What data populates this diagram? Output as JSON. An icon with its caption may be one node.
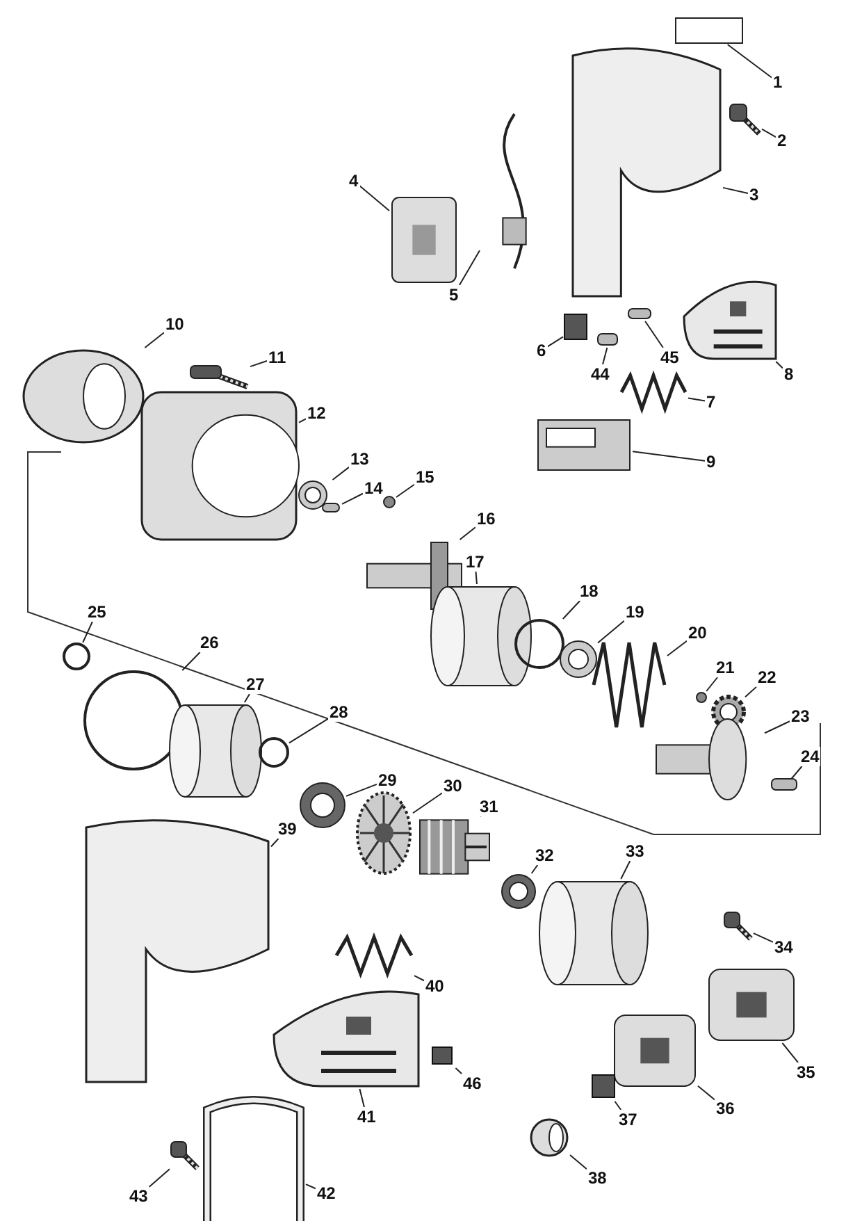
{
  "diagram": {
    "nodes": [
      {
        "text": [
          "1"
        ]
      },
      {
        "text": [
          "2"
        ]
      },
      {
        "text": [
          "3"
        ]
      },
      {
        "text": [
          "4"
        ]
      },
      {
        "text": [
          "5"
        ]
      },
      {
        "text": [
          "6"
        ]
      },
      {
        "text": [
          "7"
        ]
      },
      {
        "text": [
          "8"
        ]
      },
      {
        "text": [
          "9"
        ]
      },
      {
        "text": [
          "10"
        ]
      },
      {
        "text": [
          "11"
        ]
      },
      {
        "text": [
          "12"
        ]
      },
      {
        "text": [
          "13"
        ]
      },
      {
        "text": [
          "14"
        ]
      },
      {
        "text": [
          "15"
        ]
      },
      {
        "text": [
          "16"
        ]
      },
      {
        "text": [
          "17"
        ]
      },
      {
        "text": [
          "18"
        ]
      },
      {
        "text": [
          "19"
        ]
      },
      {
        "text": [
          "20"
        ]
      },
      {
        "text": [
          "21"
        ]
      },
      {
        "text": [
          "22"
        ]
      },
      {
        "text": [
          "23"
        ]
      },
      {
        "text": [
          "24"
        ]
      },
      {
        "text": [
          "25"
        ]
      },
      {
        "text": [
          "26"
        ]
      },
      {
        "text": [
          "27"
        ]
      },
      {
        "text": [
          "28"
        ]
      },
      {
        "text": [
          "29"
        ]
      },
      {
        "text": [
          "30"
        ]
      },
      {
        "text": [
          "31"
        ]
      },
      {
        "text": [
          "32"
        ]
      },
      {
        "text": [
          "33"
        ]
      },
      {
        "text": [
          "34"
        ]
      },
      {
        "text": [
          "35"
        ]
      },
      {
        "text": [
          "36"
        ]
      },
      {
        "text": [
          "37"
        ]
      },
      {
        "text": [
          "38"
        ]
      },
      {
        "text": [
          "39"
        ]
      },
      {
        "text": [
          "40"
        ]
      },
      {
        "text": [
          "41"
        ]
      },
      {
        "text": [
          "42"
        ]
      },
      {
        "text": [
          "43"
        ]
      },
      {
        "text": [
          "44"
        ]
      },
      {
        "text": [
          "45"
        ]
      },
      {
        "text": [
          "46"
        ]
      },
      {
        "text": [],
        "shape": "box"
      },
      {
        "text": [],
        "shape": "picture"
      },
      {
        "text": [],
        "shape": "picture"
      },
      {
        "text": [],
        "shape": "picture"
      },
      {
        "text": [],
        "shape": "picture"
      },
      {
        "text": [],
        "shape": "box"
      },
      {
        "text": [],
        "shape": "picture"
      },
      {
        "text": [],
        "shape": "picture"
      },
      {
        "text": [],
        "shape": "picture"
      },
      {
        "text": [],
        "shape": "picture"
      },
      {
        "text": [],
        "shape": "picture"
      },
      {
        "text": [],
        "shape": "picture"
      },
      {
        "text": [],
        "shape": "circle"
      },
      {
        "text": [],
        "shape": "box"
      },
      {
        "text": [],
        "shape": "circle"
      },
      {
        "text": [],
        "shape": "picture"
      },
      {
        "text": [],
        "shape": "cylinder"
      },
      {
        "text": [],
        "shape": "circle"
      },
      {
        "text": [],
        "shape": "circle"
      },
      {
        "text": [],
        "shape": "picture"
      },
      {
        "text": [],
        "shape": "circle"
      },
      {
        "text": [],
        "shape": "picture"
      },
      {
        "text": [],
        "shape": "picture"
      },
      {
        "text": [],
        "shape": "box"
      },
      {
        "text": [],
        "shape": "circle"
      },
      {
        "text": [],
        "shape": "circle"
      },
      {
        "text": [],
        "shape": "cylinder"
      },
      {
        "text": [],
        "shape": "circle"
      },
      {
        "text": [],
        "shape": "circle"
      },
      {
        "text": [],
        "shape": "picture"
      },
      {
        "text": [],
        "shape": "picture"
      },
      {
        "text": [],
        "shape": "circle"
      },
      {
        "text": [],
        "shape": "cylinder"
      },
      {
        "text": [],
        "shape": "picture"
      },
      {
        "text": [],
        "shape": "picture"
      },
      {
        "text": [],
        "shape": "picture"
      },
      {
        "text": [],
        "shape": "box"
      },
      {
        "text": [],
        "shape": "cylinder"
      },
      {
        "text": [],
        "shape": "picture"
      },
      {
        "text": [],
        "shape": "picture"
      },
      {
        "text": [],
        "shape": "picture"
      },
      {
        "text": [],
        "shape": "picture"
      },
      {
        "text": [],
        "shape": "picture"
      },
      {
        "text": [],
        "shape": "box"
      },
      {
        "text": [],
        "shape": "box"
      },
      {
        "text": [],
        "shape": "box"
      }
    ],
    "edges": [
      {
        "from": 0,
        "to": 46,
        "arrow": "none"
      },
      {
        "from": 1,
        "to": 47,
        "arrow": "none"
      },
      {
        "from": 2,
        "to": 48,
        "arrow": "none"
      },
      {
        "from": 3,
        "to": 49,
        "arrow": "none"
      },
      {
        "from": 4,
        "to": 50,
        "arrow": "none"
      },
      {
        "from": 5,
        "to": 51,
        "arrow": "none"
      },
      {
        "from": 6,
        "to": 52,
        "arrow": "none"
      },
      {
        "from": 7,
        "to": 53,
        "arrow": "none"
      },
      {
        "from": 8,
        "to": 54,
        "arrow": "none"
      },
      {
        "from": 9,
        "to": 55,
        "arrow": "none"
      },
      {
        "from": 10,
        "to": 56,
        "arrow": "none"
      },
      {
        "from": 11,
        "to": 57,
        "arrow": "none"
      },
      {
        "from": 12,
        "to": 58,
        "arrow": "none"
      },
      {
        "from": 13,
        "to": 59,
        "arrow": "none"
      },
      {
        "from": 14,
        "to": 60,
        "arrow": "none"
      },
      {
        "from": 15,
        "to": 61,
        "arrow": "none"
      },
      {
        "from": 16,
        "to": 62,
        "arrow": "none"
      },
      {
        "from": 17,
        "to": 63,
        "arrow": "none"
      },
      {
        "from": 18,
        "to": 64,
        "arrow": "none"
      },
      {
        "from": 19,
        "to": 65,
        "arrow": "none"
      },
      {
        "from": 20,
        "to": 66,
        "arrow": "none"
      },
      {
        "from": 21,
        "to": 67,
        "arrow": "none"
      },
      {
        "from": 22,
        "to": 68,
        "arrow": "none"
      },
      {
        "from": 23,
        "to": 69,
        "arrow": "none"
      },
      {
        "from": 24,
        "to": 70,
        "arrow": "none"
      },
      {
        "from": 25,
        "to": 71,
        "arrow": "none"
      },
      {
        "from": 26,
        "to": 72,
        "arrow": "none"
      },
      {
        "from": 27,
        "to": 73,
        "arrow": "none"
      },
      {
        "from": 28,
        "to": 74,
        "arrow": "none"
      },
      {
        "from": 29,
        "to": 75,
        "arrow": "none"
      },
      {
        "from": 30,
        "to": 76,
        "arrow": "none"
      },
      {
        "from": 31,
        "to": 77,
        "arrow": "none"
      },
      {
        "from": 32,
        "to": 78,
        "arrow": "none"
      },
      {
        "from": 33,
        "to": 79,
        "arrow": "none"
      },
      {
        "from": 34,
        "to": 80,
        "arrow": "none"
      },
      {
        "from": 35,
        "to": 81,
        "arrow": "none"
      },
      {
        "from": 36,
        "to": 82,
        "arrow": "none"
      },
      {
        "from": 37,
        "to": 83,
        "arrow": "none"
      },
      {
        "from": 38,
        "to": 84,
        "arrow": "none"
      },
      {
        "from": 39,
        "to": 85,
        "arrow": "none"
      },
      {
        "from": 40,
        "to": 86,
        "arrow": "none"
      },
      {
        "from": 41,
        "to": 87,
        "arrow": "none"
      },
      {
        "from": 42,
        "to": 88,
        "arrow": "none"
      },
      {
        "from": 43,
        "to": 89,
        "arrow": "none"
      },
      {
        "from": 44,
        "to": 90,
        "arrow": "none"
      },
      {
        "from": 45,
        "to": 91,
        "arrow": "none"
      }
    ]
  }
}
